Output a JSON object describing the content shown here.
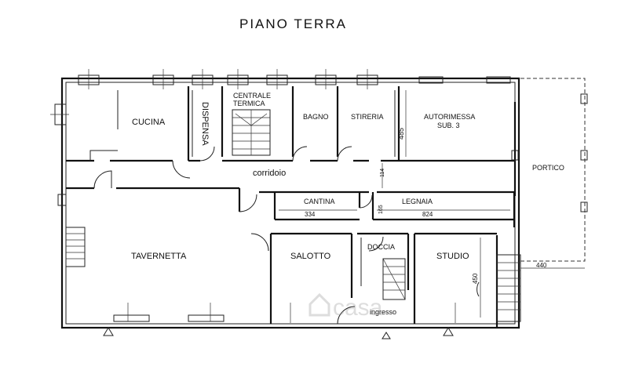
{
  "title": "PIANO TERRA",
  "rooms": {
    "cucina": "CUCINA",
    "dispensa": "DISPENSA",
    "centrale_1": "CENTRALE",
    "centrale_2": "TERMICA",
    "bagno": "BAGNO",
    "stireria": "STIRERIA",
    "autorimessa": "AUTORIMESSA",
    "sub": "SUB. 3",
    "portico": "PORTICO",
    "corridoio": "corridoio",
    "cantina": "CANTINA",
    "legnaia": "LEGNAIA",
    "tavernetta": "TAVERNETTA",
    "salotto": "SALOTTO",
    "doccia": "DOCCIA",
    "studio": "STUDIO",
    "ingresso": "ingresso"
  },
  "dimensions": {
    "d485": "485",
    "d114": "114",
    "d334": "334",
    "d165": "165",
    "d824": "824",
    "d450": "450",
    "d440": "440"
  },
  "watermark": "casa"
}
